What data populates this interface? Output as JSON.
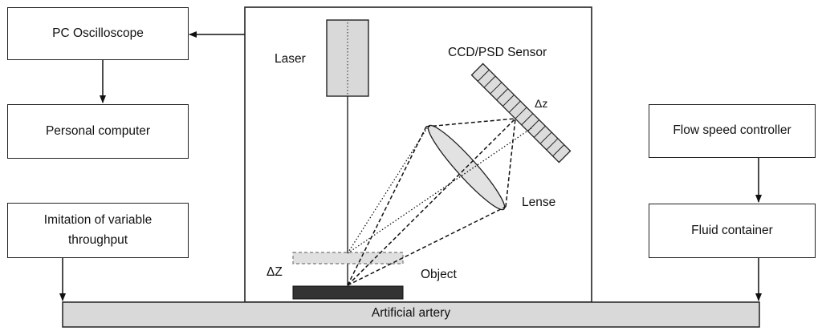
{
  "boxes": {
    "pc_oscilloscope": "PC Oscilloscope",
    "personal_computer": "Personal computer",
    "imitation": "Imitation of variable throughput",
    "flow_speed_controller": "Flow speed controller",
    "fluid_container": "Fluid container",
    "artificial_artery": "Artificial artery"
  },
  "labels": {
    "laser": "Laser",
    "sensor": "CCD/PSD Sensor",
    "delta_z_small": "Δz",
    "lense": "Lense",
    "delta_z_large": "ΔZ",
    "object": "Object"
  },
  "colors": {
    "line": "#111111",
    "laser_fill": "#d9d9d9",
    "artery_fill": "#d9d9d9",
    "object_fill": "#333333",
    "sensor_fill": "#dcdcdc"
  }
}
